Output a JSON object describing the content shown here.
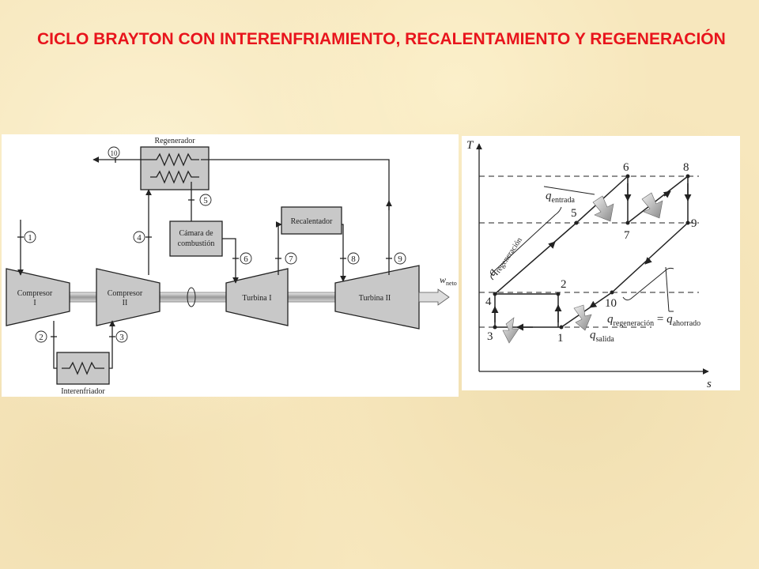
{
  "title": "CICLO BRAYTON CON INTERENFRIAMIENTO, RECALENTAMIENTO Y REGENERACIÓN",
  "schematic": {
    "regenerator": "Regenerador",
    "combustion_line1": "Cámara de",
    "combustion_line2": "combustión",
    "reheater": "Recalentador",
    "intercooler": "Interenfriador",
    "compressor1_line1": "Compresor",
    "compressor1_line2": "I",
    "compressor2_line1": "Compresor",
    "compressor2_line2": "II",
    "turbine1": "Turbina I",
    "turbine2": "Turbina II",
    "wnet_main": "w",
    "wnet_sub": "neto",
    "states": [
      "1",
      "2",
      "3",
      "4",
      "5",
      "6",
      "7",
      "8",
      "9",
      "10"
    ]
  },
  "ts_diagram": {
    "y_axis": "T",
    "x_axis": "s",
    "points": [
      "1",
      "2",
      "3",
      "4",
      "5",
      "6",
      "7",
      "8",
      "9",
      "10"
    ],
    "q_in_main": "q",
    "q_in_sub": "entrada",
    "q_out_main": "q",
    "q_out_sub": "salida",
    "q_regen_main": "q",
    "q_regen_sub": "regeneración",
    "q_saved_lhs_main": "q",
    "q_saved_lhs_sub": "regeneración",
    "q_saved_eq": " = ",
    "q_saved_rhs_main": "q",
    "q_saved_rhs_sub": "ahorrado"
  },
  "colors": {
    "title": "#e8141c",
    "component_fill": "#c8c8c8",
    "background": "#f7e7bd"
  }
}
